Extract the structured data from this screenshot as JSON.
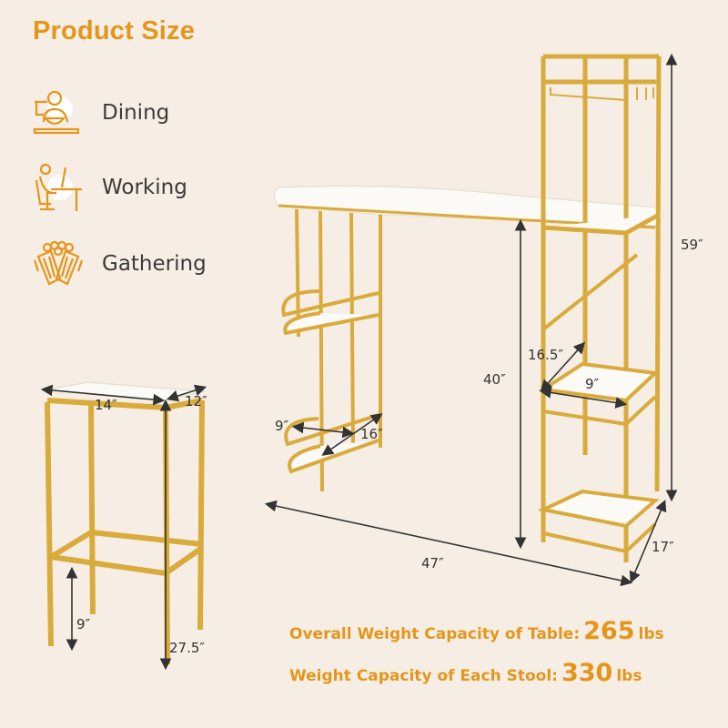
{
  "header": {
    "title": "Product Size"
  },
  "features": [
    {
      "label": "Dining",
      "icon": "dining-person-icon"
    },
    {
      "label": "Working",
      "icon": "person-at-desk-icon"
    },
    {
      "label": "Gathering",
      "icon": "beer-mugs-cheers-icon"
    }
  ],
  "stool": {
    "width": "14″",
    "depth": "12″",
    "footrest_height": "9″",
    "height": "27.5″"
  },
  "table": {
    "height": "40″",
    "length": "47″",
    "side_shelf_depth": "9″",
    "side_shelf_width": "16″"
  },
  "tower": {
    "height": "59″",
    "depth": "17″",
    "shelf_width": "16.5″",
    "shelf_depth": "9″"
  },
  "capacity": {
    "table": {
      "label": "Overall Weight Capacity of Table:",
      "value": "265",
      "unit": "lbs"
    },
    "stool": {
      "label": "Weight Capacity of Each Stool:",
      "value": "330",
      "unit": "lbs"
    }
  },
  "colors": {
    "accent": "#e4961c",
    "gold": "#d9ab3c",
    "background": "#f6eee4",
    "text": "#3a3a3a"
  }
}
